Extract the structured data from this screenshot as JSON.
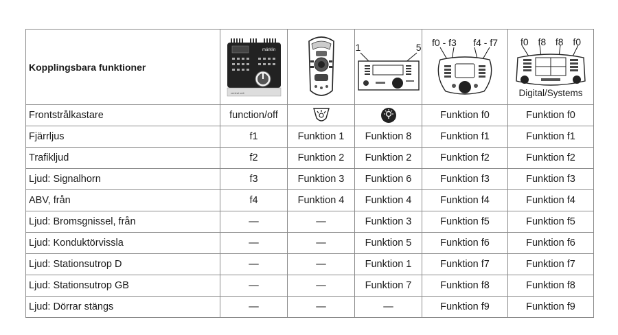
{
  "table": {
    "header_title": "Kopplingsbara funktioner",
    "device_labels": {
      "cs_brand": "märklin",
      "cs_small": "central unit",
      "mobile_numbers": [
        "1",
        "5"
      ],
      "ms_labels": [
        "f0 - f3",
        "f4 - f7"
      ],
      "ds_labels": [
        "f0",
        "f8",
        "f8",
        "f0"
      ],
      "ds_caption": "Digital/Systems"
    },
    "rows": [
      {
        "label": "Frontstrålkastare",
        "cells": [
          "function/off",
          "headlight-icon",
          "light-bulb-icon",
          "Funktion f0",
          "Funktion f0"
        ]
      },
      {
        "label": "Fjärrljus",
        "cells": [
          "f1",
          "Funktion 1",
          "Funktion 8",
          "Funktion f1",
          "Funktion f1"
        ]
      },
      {
        "label": "Trafikljud",
        "cells": [
          "f2",
          "Funktion 2",
          "Funktion 2",
          "Funktion f2",
          "Funktion f2"
        ]
      },
      {
        "label": "Ljud: Signalhorn",
        "cells": [
          "f3",
          "Funktion 3",
          "Funktion 6",
          "Funktion f3",
          "Funktion f3"
        ]
      },
      {
        "label": "ABV, från",
        "cells": [
          "f4",
          "Funktion 4",
          "Funktion 4",
          "Funktion f4",
          "Funktion f4"
        ]
      },
      {
        "label": "Ljud: Bromsgnissel, från",
        "cells": [
          "—",
          "—",
          "Funktion 3",
          "Funktion f5",
          "Funktion f5"
        ]
      },
      {
        "label": "Ljud: Konduktörvissla",
        "cells": [
          "—",
          "—",
          "Funktion 5",
          "Funktion f6",
          "Funktion f6"
        ]
      },
      {
        "label": "Ljud: Stationsutrop D",
        "cells": [
          "—",
          "—",
          "Funktion 1",
          "Funktion f7",
          "Funktion f7"
        ]
      },
      {
        "label": "Ljud: Stationsutrop GB",
        "cells": [
          "—",
          "—",
          "Funktion 7",
          "Funktion f8",
          "Funktion f8"
        ]
      },
      {
        "label": "Ljud: Dörrar stängs",
        "cells": [
          "—",
          "—",
          "—",
          "Funktion f9",
          "Funktion f9"
        ]
      }
    ]
  }
}
